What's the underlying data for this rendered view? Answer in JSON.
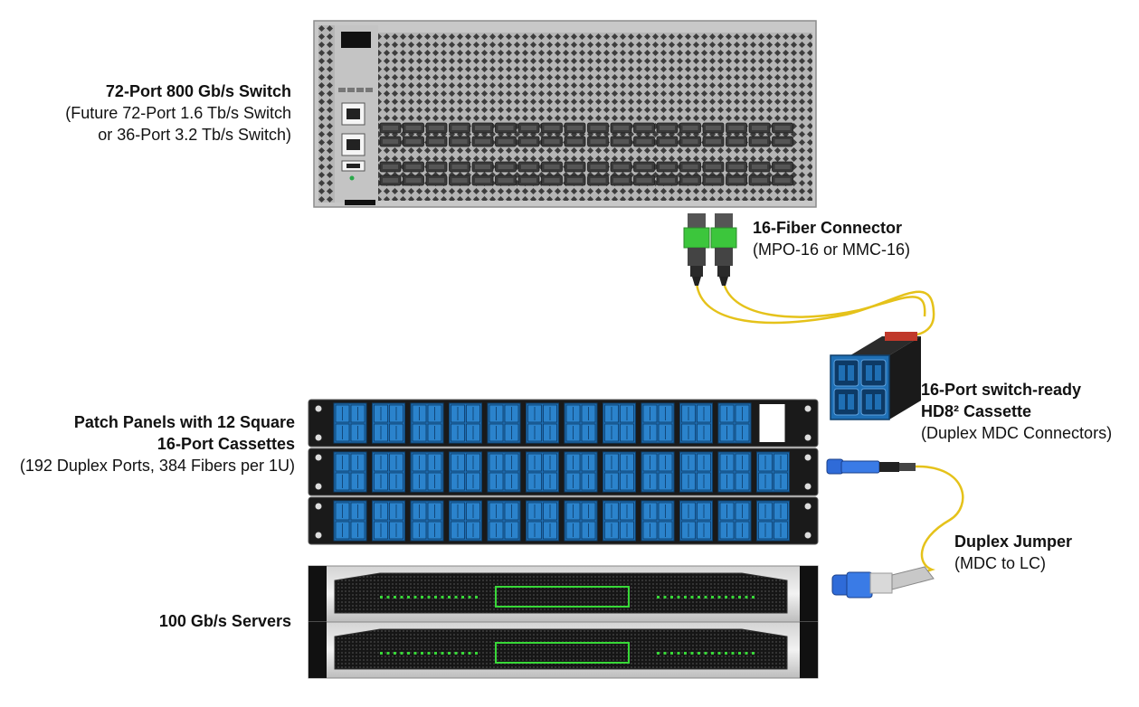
{
  "labels": {
    "switch": {
      "title": "72-Port 800 Gb/s Switch",
      "line2": "(Future 72-Port 1.6 Tb/s Switch",
      "line3": "or 36-Port 3.2 Tb/s Switch)"
    },
    "connector": {
      "title": "16-Fiber Connector",
      "line2": "(MPO-16 or MMC-16)"
    },
    "cassette": {
      "title1": "16-Port switch-ready",
      "title2": "HD8² Cassette",
      "line3": "(Duplex MDC Connectors)"
    },
    "panels": {
      "title1": "Patch Panels with 12 Square",
      "title2": "16-Port Cassettes",
      "line3": "(192 Duplex Ports, 384 Fibers per 1U)"
    },
    "jumper": {
      "title": "Duplex Jumper",
      "line2": "(MDC to LC)"
    },
    "servers": {
      "title": "100 Gb/s Servers"
    }
  },
  "colors": {
    "switch_body": "#a9a9a9",
    "port": "#3a3a3a",
    "cassette_blue": "#1f6fb4",
    "fiber_yellow": "#e5c21a",
    "connector_green": "#3cc63c",
    "server_led": "#38d838"
  }
}
